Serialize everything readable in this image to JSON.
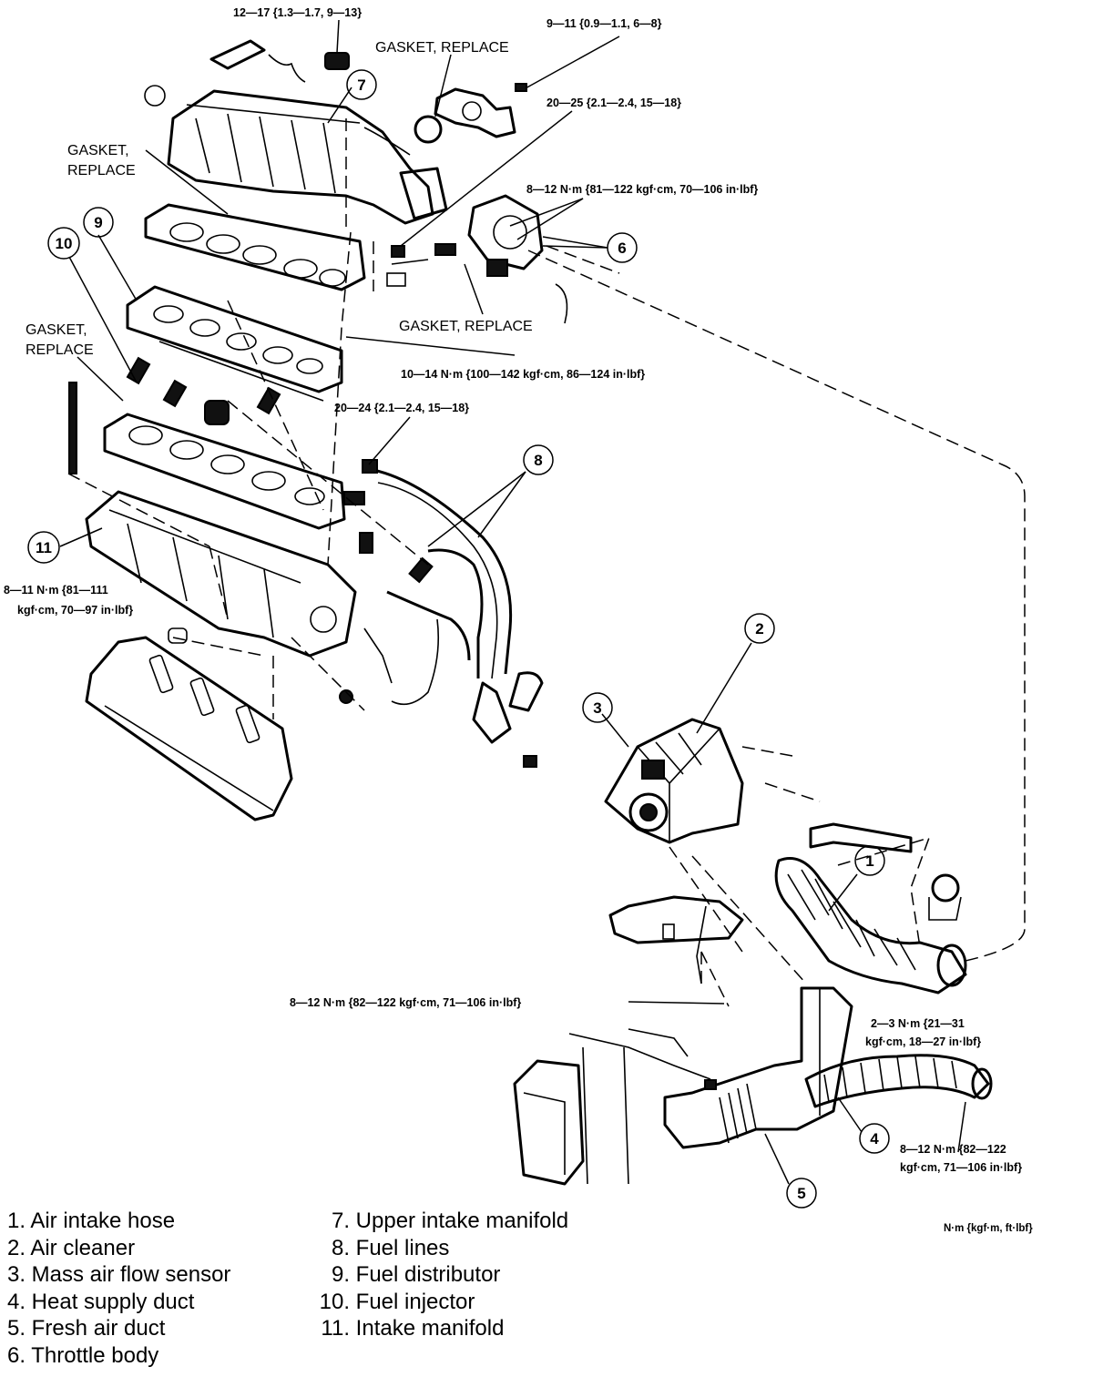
{
  "specs": {
    "s1": "12—17 {1.3—1.7, 9—13}",
    "s2": "9—11 {0.9—1.1, 6—8}",
    "s3": "20—25 {2.1—2.4, 15—18}",
    "s4": "8—12 N·m {81—122 kgf·cm, 70—106 in·lbf}",
    "s5": "10—14 N·m {100—142 kgf·cm, 86—124 in·lbf}",
    "s6": "20—24 {2.1—2.4, 15—18}",
    "s7a": "8—11 N·m {81—111",
    "s7b": "kgf·cm, 70—97 in·lbf}",
    "s8": "8—12 N·m {82—122 kgf·cm, 71—106 in·lbf}",
    "s9a": "2—3 N·m {21—31",
    "s9b": "kgf·cm, 18—27 in·lbf}",
    "s10a": "8—12 N·m {82—122",
    "s10b": "kgf·cm, 71—106 in·lbf}"
  },
  "gaskets": {
    "top": "GASKET, REPLACE",
    "left1a": "GASKET,",
    "left1b": "REPLACE",
    "left2a": "GASKET,",
    "left2b": "REPLACE",
    "mid": "GASKET, REPLACE"
  },
  "units": "N·m {kgf·m, ft·lbf}",
  "callouts": [
    "1",
    "2",
    "3",
    "4",
    "5",
    "6",
    "7",
    "8",
    "9",
    "10",
    "11"
  ],
  "legend": {
    "left": [
      {
        "n": "1.",
        "t": "Air intake hose"
      },
      {
        "n": "2.",
        "t": "Air cleaner"
      },
      {
        "n": "3.",
        "t": "Mass air flow sensor"
      },
      {
        "n": "4.",
        "t": "Heat supply duct"
      },
      {
        "n": "5.",
        "t": "Fresh air duct"
      },
      {
        "n": "6.",
        "t": "Throttle body"
      }
    ],
    "right": [
      {
        "n": "7.",
        "t": "Upper intake manifold"
      },
      {
        "n": "8.",
        "t": "Fuel lines"
      },
      {
        "n": "9.",
        "t": "Fuel distributor"
      },
      {
        "n": "10.",
        "t": "Fuel injector"
      },
      {
        "n": "11.",
        "t": "Intake manifold"
      }
    ]
  }
}
